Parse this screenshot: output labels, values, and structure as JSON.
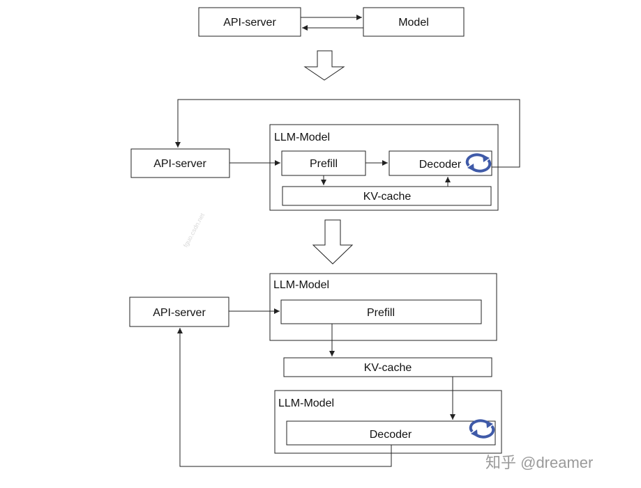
{
  "stage1": {
    "api_server": "API-server",
    "model": "Model"
  },
  "stage2": {
    "container_title": "LLM-Model",
    "api_server": "API-server",
    "prefill": "Prefill",
    "decoder": "Decoder",
    "kv_cache": "KV-cache"
  },
  "stage3": {
    "top_container_title": "LLM-Model",
    "api_server": "API-server",
    "prefill": "Prefill",
    "kv_cache": "KV-cache",
    "bottom_container_title": "LLM-Model",
    "decoder": "Decoder"
  },
  "watermark": "知乎 @dreamer",
  "faint_watermark": "fguo.csdn.net",
  "icons": {
    "transition_arrow": "down-hollow-arrow-icon",
    "iteration": "refresh-cycle-icon"
  },
  "colors": {
    "stroke": "#222222",
    "cycle_icon": "#3f5aa8",
    "watermark": "#9a9a9a"
  }
}
